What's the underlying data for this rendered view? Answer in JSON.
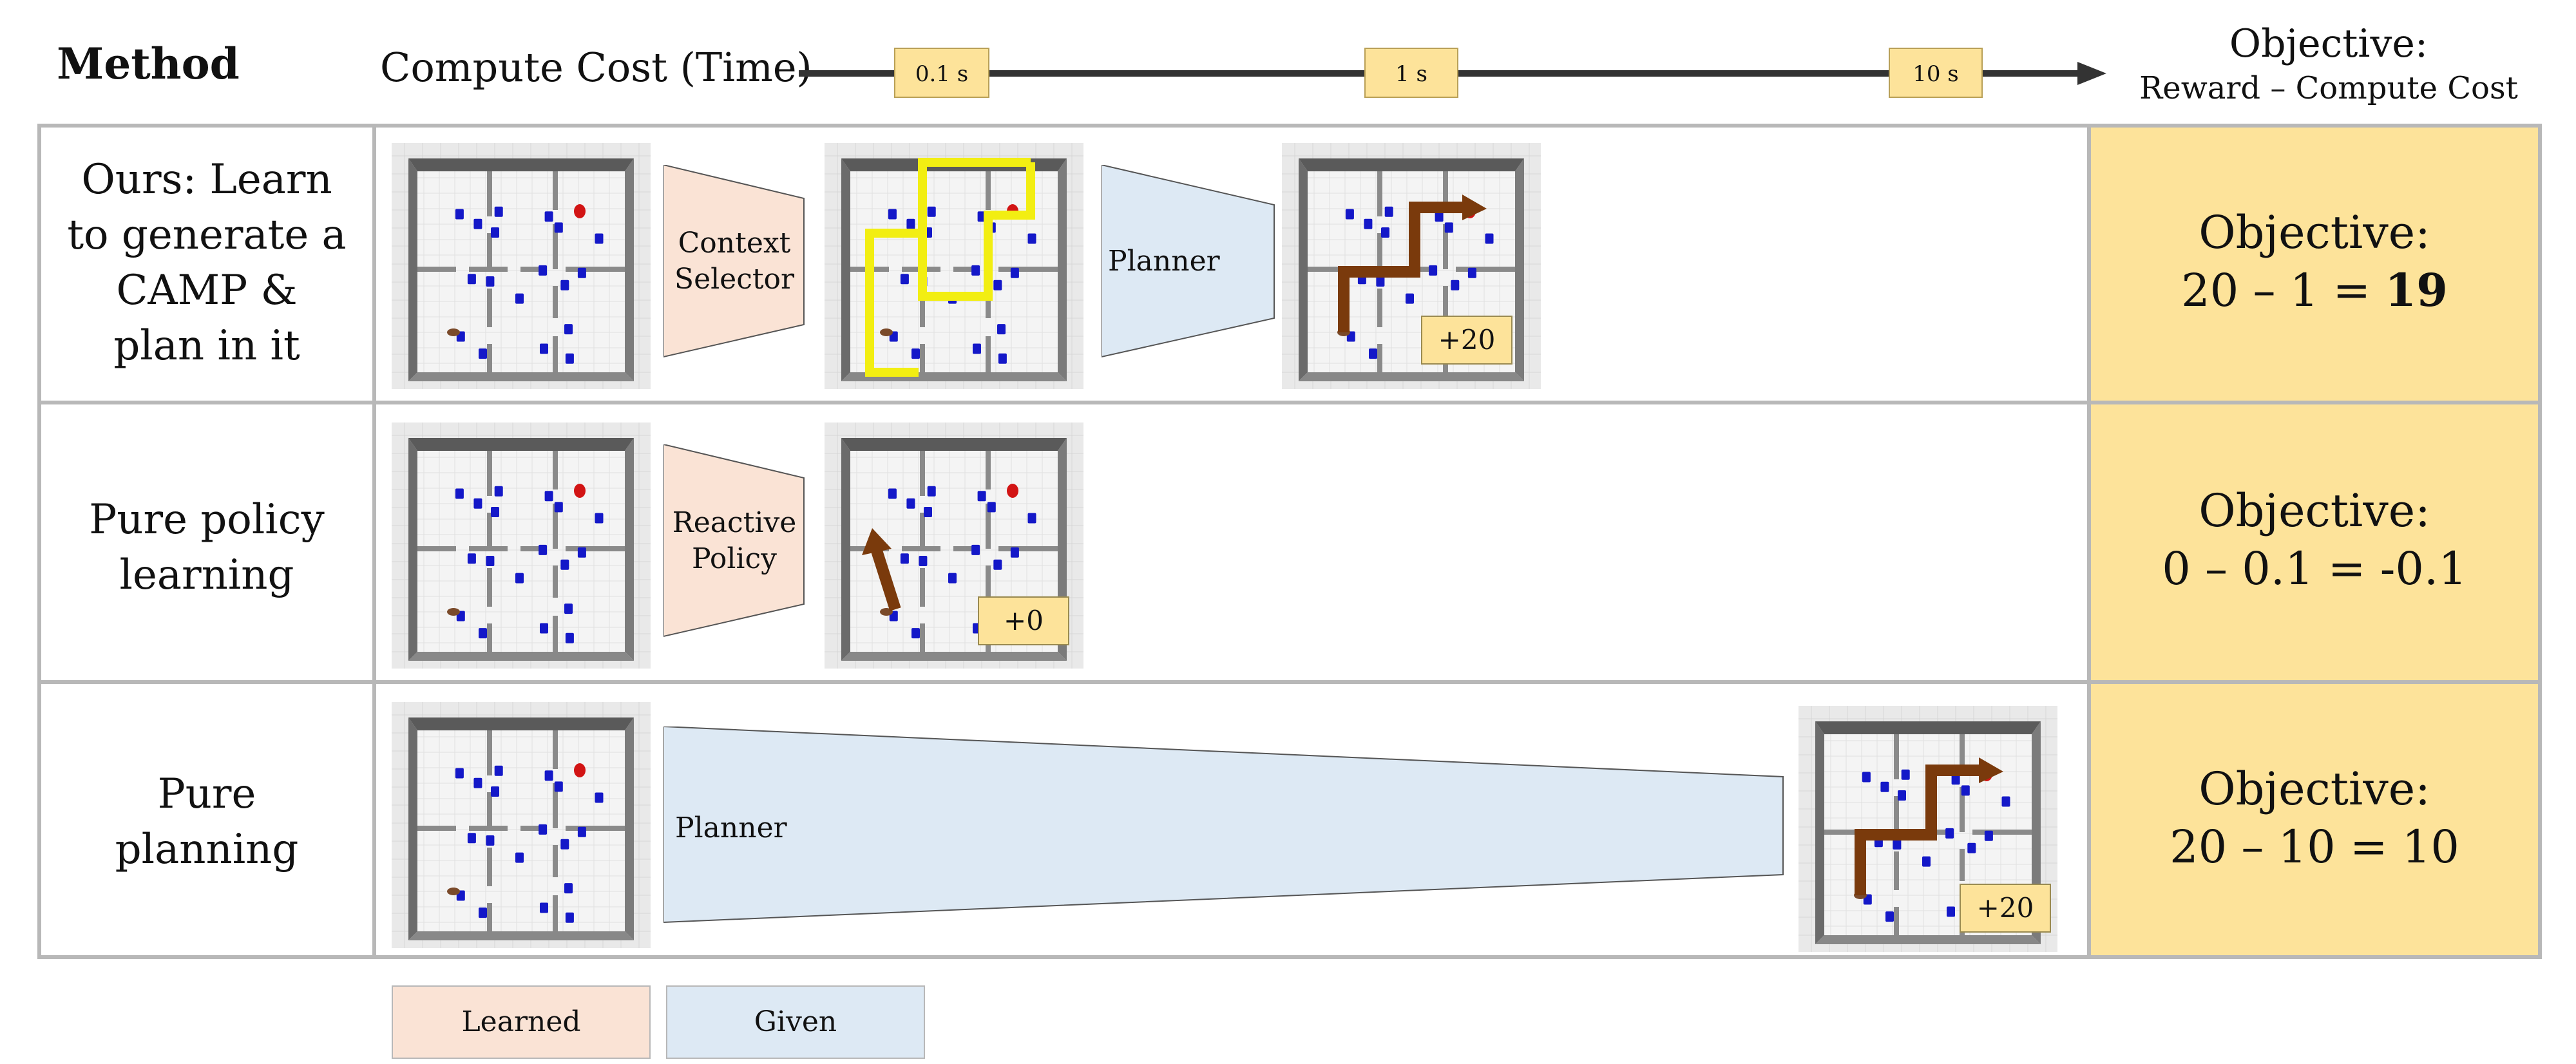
{
  "header": {
    "method_label": "Method",
    "compute_cost_label": "Compute Cost (Time)",
    "time_ticks": [
      "0.1 s",
      "1 s",
      "10 s"
    ],
    "objective_title": "Objective:",
    "objective_formula": "Reward – Compute Cost"
  },
  "rows": [
    {
      "method_lines": [
        "Ours: Learn",
        "to generate a",
        "CAMP &",
        "plan in it"
      ],
      "module1_lines": [
        "Context",
        "Selector"
      ],
      "module2_lines": [
        "Planner"
      ],
      "reward": "+20",
      "objective_title": "Objective:",
      "objective_value": "20 – 1 = ",
      "objective_result": "19"
    },
    {
      "method_lines": [
        "Pure policy",
        "learning"
      ],
      "module1_lines": [
        "Reactive",
        "Policy"
      ],
      "reward": "+0",
      "objective_title": "Objective:",
      "objective_value": "0 – 0.1 = -0.1"
    },
    {
      "method_lines": [
        "Pure",
        "planning"
      ],
      "module1_lines": [
        "Planner"
      ],
      "reward": "+20",
      "objective_title": "Objective:",
      "objective_value": "20 – 10 = 10"
    }
  ],
  "legend": {
    "learned": "Learned",
    "given": "Given"
  },
  "colors": {
    "learned": "#fae3d5",
    "given": "#dde9f4",
    "objective_bg": "#fde39a",
    "grid": "#b8b8b8",
    "obstacle": "#1418c8",
    "goal": "#d21414",
    "path": "#7a3a0c",
    "highlight": "#f2ee12"
  }
}
